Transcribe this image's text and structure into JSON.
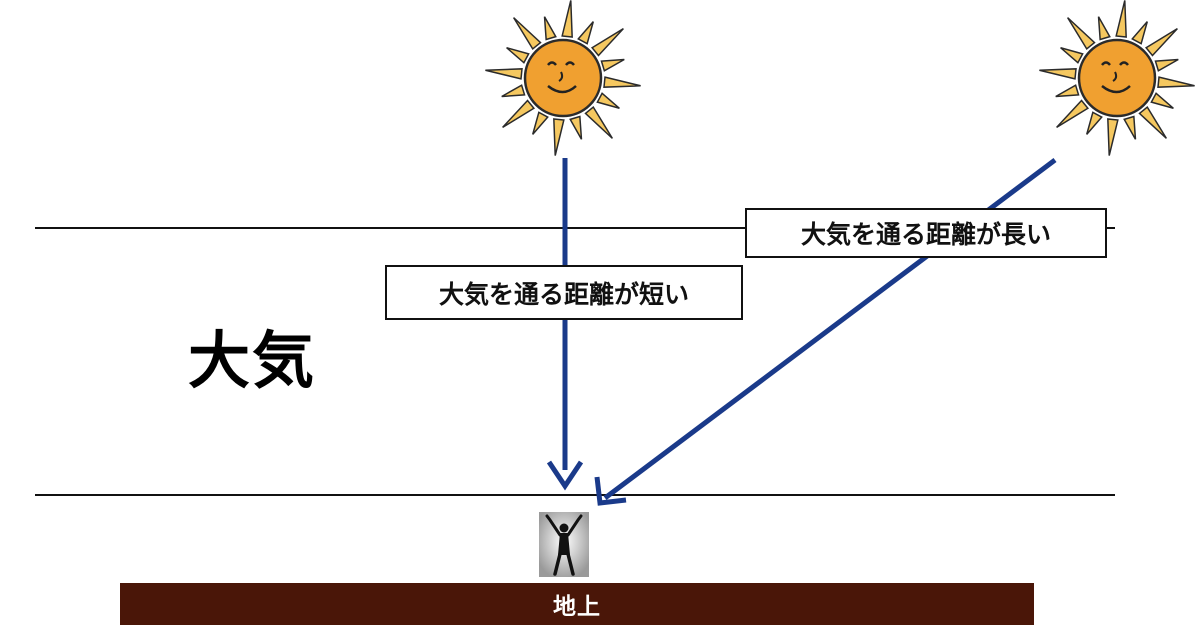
{
  "diagram": {
    "atmosphere_label": "大気",
    "short_path_label": "大気を通る距離が短い",
    "long_path_label": "大気を通る距離が長い",
    "ground_label": "地上"
  },
  "colors": {
    "arrow": "#1a3a8a",
    "sun_face": "#f0a030",
    "sun_rays": "#f5c860",
    "ground": "#4a1608",
    "lines": "#111111"
  },
  "icons": {
    "sun_overhead": "sun-icon",
    "sun_low": "sun-icon",
    "person": "person-silhouette-icon"
  }
}
